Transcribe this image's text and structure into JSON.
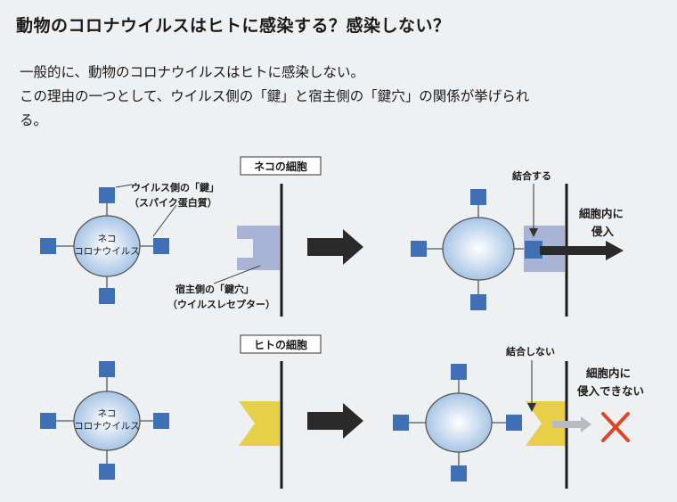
{
  "title": "動物のコロナウイルスはヒトに感染する？感染しない？",
  "paragraph": {
    "line1": "一般的に、動物のコロナウイルスはヒトに感染しない。",
    "line2": "この理由の一つとして、ウイルス側の「鍵」と宿主側の「鍵穴」の関係が挙げられ",
    "line3": "る。"
  },
  "diagram": {
    "cat_cell_label": "ネコの細胞",
    "human_cell_label": "ヒトの細胞",
    "virus_label_1": "ネコ",
    "virus_label_2": "コロナウイルス",
    "key_label_1": "ウイルス側の「鍵」",
    "key_label_2": "（スパイク蛋白質）",
    "keyhole_label_1": "宿主側の「鍵穴」",
    "keyhole_label_2": "（ウイルスレセプター）",
    "bind_label": "結合する",
    "no_bind_label": "結合しない",
    "enter_label_1": "細胞内に",
    "enter_label_2": "侵入",
    "no_enter_label_1": "細胞内に",
    "no_enter_label_2": "侵入できない",
    "colors": {
      "spike": "#3f6fb4",
      "virus_fill": "#cfe0f2",
      "cat_receptor": "#a9b3d6",
      "human_receptor": "#e8cf48",
      "arrow": "#2a2a2a",
      "cross": "#e0452c"
    }
  }
}
